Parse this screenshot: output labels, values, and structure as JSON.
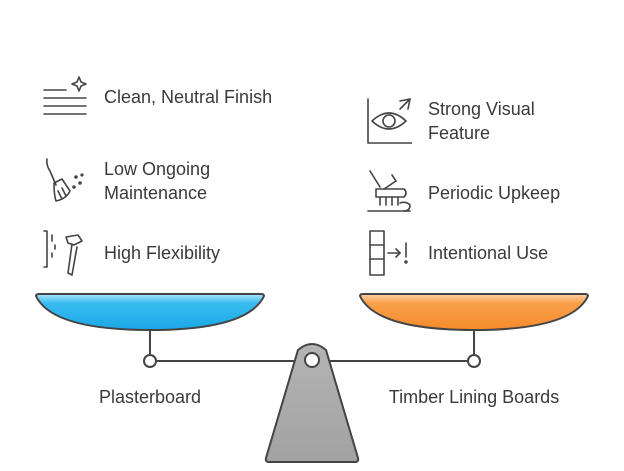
{
  "left": {
    "label": "Plasterboard",
    "color": "#39bdf0",
    "items": [
      {
        "label": "Clean, Neutral Finish",
        "icon": "sparkle-lines-icon"
      },
      {
        "label": "Low Ongoing Maintenance",
        "icon": "broom-icon"
      },
      {
        "label": "High Flexibility",
        "icon": "hammer-icon"
      }
    ]
  },
  "right": {
    "label": "Timber Lining Boards",
    "color": "#f9a04a",
    "items": [
      {
        "label": "Strong Visual Feature",
        "icon": "eye-frame-icon"
      },
      {
        "label": "Periodic Upkeep",
        "icon": "cleaning-brush-icon"
      },
      {
        "label": "Intentional Use",
        "icon": "arrow-to-panel-icon"
      }
    ]
  }
}
